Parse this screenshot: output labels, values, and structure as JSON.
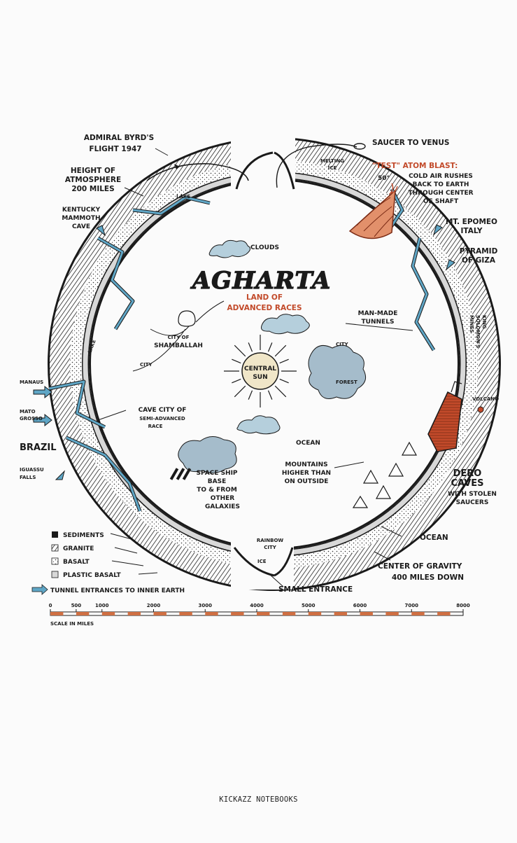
{
  "colors": {
    "ink": "#1a1a1a",
    "water": "#5fa6c6",
    "cloud": "#b5cfdc",
    "red_accent": "#c24a2a",
    "crust_gray": "#d8d8d8",
    "ruler_orange": "#cf6f43"
  },
  "diagram": {
    "title": "AGHARTA",
    "subtitle_1": "LAND OF",
    "subtitle_2": "ADVANCED RACES",
    "center_label_1": "CENTRAL",
    "center_label_2": "SUN",
    "left_labels": {
      "byrd_1": "ADMIRAL BYRD'S",
      "byrd_2": "FLIGHT 1947",
      "atmos_1": "HEIGHT OF",
      "atmos_2": "ATMOSPHERE",
      "atmos_3": "200 MILES",
      "ky_1": "KENTUCKY",
      "ky_2": "MAMMOTH",
      "ky_3": "CAVE",
      "manaus": "MANAUS",
      "mato_1": "MATO",
      "mato_2": "GROSSO",
      "brazil": "BRAZIL",
      "iguassu_1": "IGUASSU",
      "iguassu_2": "FALLS"
    },
    "right_labels": {
      "saucer": "SAUCER TO VENUS",
      "melting_1": "MELTING",
      "melting_2": "ICE",
      "deg": "50°",
      "test_blast": "\"TEST\" ATOM BLAST:",
      "cold_1": "COLD AIR RUSHES",
      "cold_2": "BACK TO EARTH",
      "cold_3": "THROUGH CENTER",
      "cold_4": "OF SHAFT",
      "epomeo_1": "MT. EPOMEO",
      "epomeo_2": "ITALY",
      "giza_1": "PYRAMID",
      "giza_2": "OF GIZA",
      "king_1": "KING",
      "king_2": "SOLOMON'S",
      "king_3": "MINES",
      "volcano": "VOLCANO",
      "dero_1": "DERO",
      "dero_2": "CAVES",
      "dero_3": "WITH STOLEN",
      "dero_4": "SAUCERS",
      "ocean": "OCEAN",
      "gravity_1": "CENTER OF GRAVITY",
      "gravity_2": "400 MILES DOWN"
    },
    "inner_labels": {
      "clouds": "CLOUDS",
      "manmade_1": "MAN-MADE",
      "manmade_2": "TUNNELS",
      "shamb_1": "CITY OF",
      "shamb_2": "SHAMBALLAH",
      "city_left": "CITY",
      "city_right": "CITY",
      "forest": "FOREST",
      "lake_top": "LAKE",
      "lake_left": "LAKE",
      "cave_1": "CAVE CITY OF",
      "cave_2": "SEMI-ADVANCED",
      "cave_3": "RACE",
      "ocean": "OCEAN",
      "mount_1": "MOUNTAINS",
      "mount_2": "HIGHER THAN",
      "mount_3": "ON OUTSIDE",
      "ship_1": "SPACE SHIP",
      "ship_2": "BASE",
      "ship_3": "TO & FROM",
      "ship_4": "OTHER",
      "ship_5": "GALAXIES",
      "rainbow_1": "RAINBOW",
      "rainbow_2": "CITY",
      "ice": "ICE",
      "small_entrance": "SMALL ENTRANCE"
    },
    "legend": {
      "sediments": "SEDIMENTS",
      "granite": "GRANITE",
      "basalt": "BASALT",
      "plastic": "PLASTIC BASALT",
      "tunnel": "TUNNEL ENTRANCES TO INNER EARTH"
    },
    "scale": {
      "ticks": [
        "0",
        "500",
        "1000",
        "2000",
        "3000",
        "4000",
        "5000",
        "6000",
        "7000",
        "8000"
      ],
      "label": "SCALE IN MILES"
    }
  },
  "footer": {
    "brand": "KICKAZZ NOTEBOOKS"
  }
}
